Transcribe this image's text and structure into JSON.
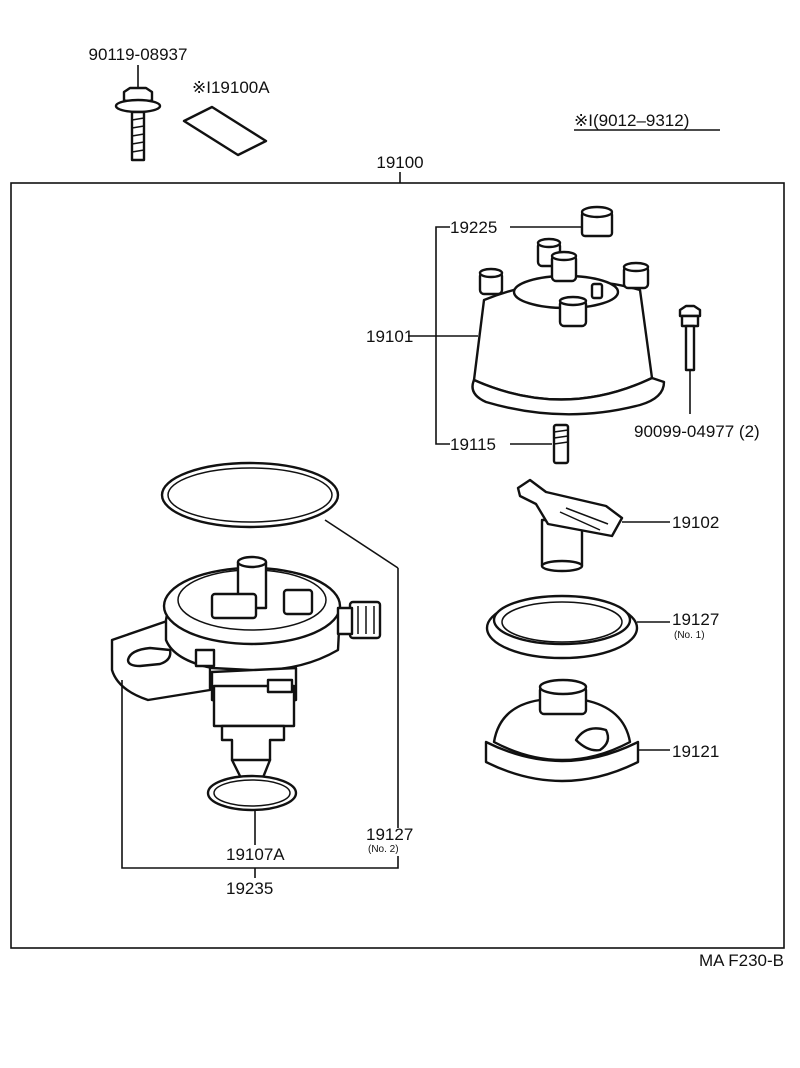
{
  "labels": {
    "p90119": "90119-08937",
    "p19100A": "※I19100A",
    "note": "※I(9012–9312)",
    "p19100": "19100",
    "p19225": "19225",
    "p19101": "19101",
    "p90099": "90099-04977  (2)",
    "p19115": "19115",
    "p19102": "19102",
    "p19127_1": "19127",
    "p19127_1_sub": "(No. 1)",
    "p19121": "19121",
    "p19127_2": "19127",
    "p19127_2_sub": "(No. 2)",
    "p19107A": "19107A",
    "p19235": "19235",
    "code": "MA F230-B"
  }
}
